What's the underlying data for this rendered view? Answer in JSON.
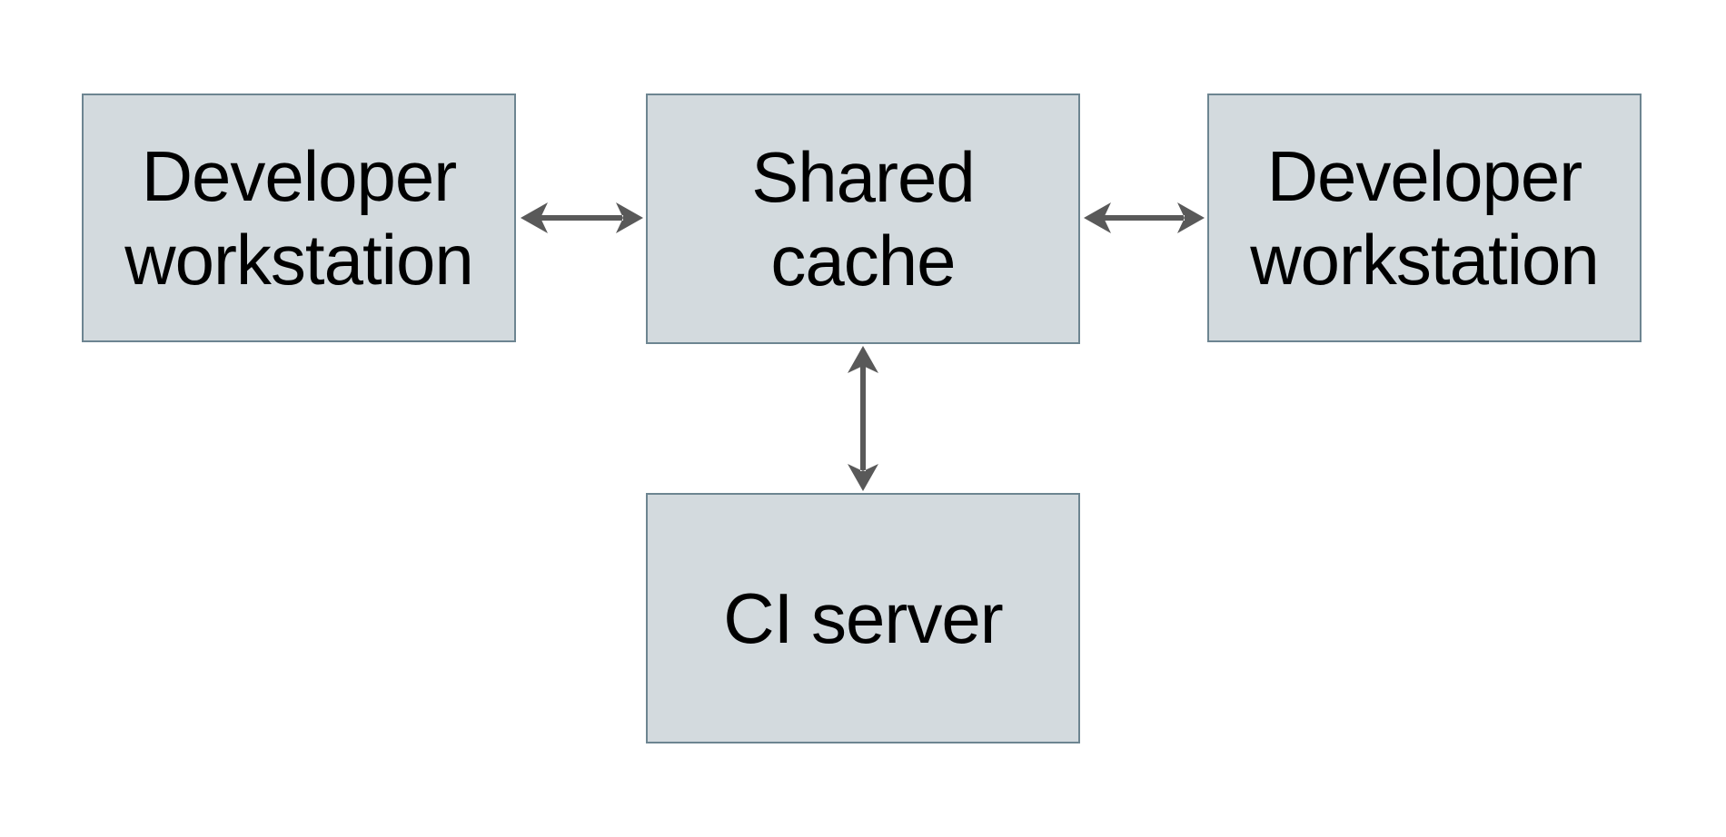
{
  "nodes": [
    {
      "id": "developer-workstation-left",
      "label": "Developer workstation",
      "lines": [
        "Developer",
        "workstation"
      ]
    },
    {
      "id": "shared-cache",
      "label": "Shared cache",
      "lines": [
        "Shared",
        "cache"
      ]
    },
    {
      "id": "developer-workstation-right",
      "label": "Developer workstation",
      "lines": [
        "Developer",
        "workstation"
      ]
    },
    {
      "id": "ci-server",
      "label": "CI server",
      "lines": [
        "CI server"
      ]
    }
  ],
  "edges": [
    {
      "from": "developer-workstation-left",
      "to": "shared-cache",
      "direction": "bidirectional"
    },
    {
      "from": "shared-cache",
      "to": "developer-workstation-right",
      "direction": "bidirectional"
    },
    {
      "from": "shared-cache",
      "to": "ci-server",
      "direction": "bidirectional"
    }
  ],
  "colors": {
    "background": "#ffffff",
    "node_fill": "#d3dade",
    "node_border": "#6d8591",
    "arrow": "#595959",
    "text": "#000000"
  }
}
